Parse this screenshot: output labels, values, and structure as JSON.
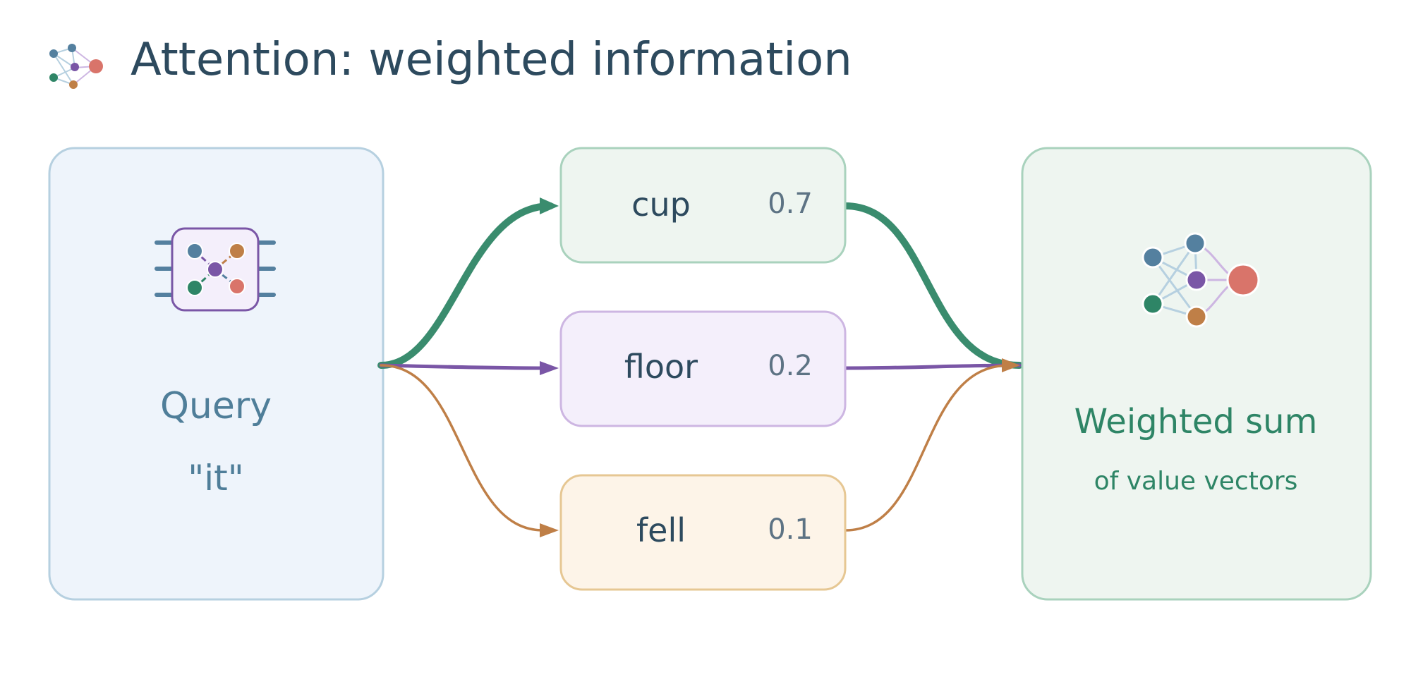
{
  "title": "Attention: weighted information",
  "query": {
    "label": "Query",
    "token": "\"it\""
  },
  "keys": [
    {
      "word": "cup",
      "weight": "0.7",
      "color": "#3a8c6e",
      "fill": "#eef5f0",
      "stroke": "#a9d2bd"
    },
    {
      "word": "floor",
      "weight": "0.2",
      "color": "#7a56a6",
      "fill": "#f4effb",
      "stroke": "#cdb6e2"
    },
    {
      "word": "fell",
      "weight": "0.1",
      "color": "#bf7f47",
      "fill": "#fdf4e8",
      "stroke": "#e6c793"
    }
  ],
  "output": {
    "label": "Weighted sum",
    "sublabel": "of value vectors"
  },
  "colors": {
    "query_fill": "#eef4fb",
    "query_stroke": "#b6d0e0",
    "output_fill": "#eef5f0",
    "output_stroke": "#a9d2bd",
    "title_text": "#2d4a5e",
    "node_blue": "#54809f",
    "node_purple": "#7a56a6",
    "node_orange": "#bf7f47",
    "node_green": "#2e8566",
    "node_red": "#d9746a"
  },
  "icons": {
    "title": "network-icon",
    "query": "attention-chip-icon",
    "output": "network-icon"
  }
}
